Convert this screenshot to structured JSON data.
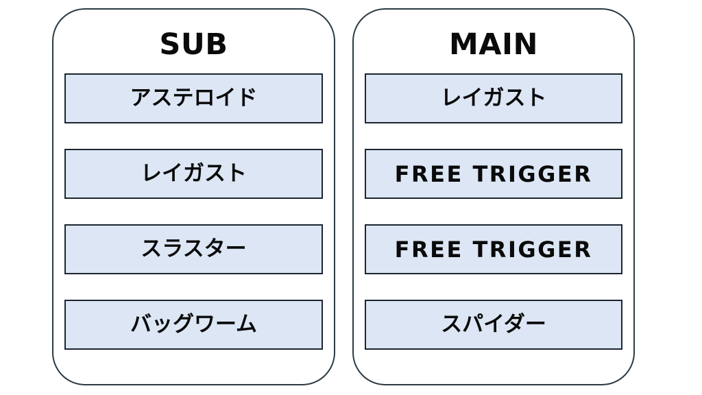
{
  "background_color": "#ffffff",
  "panel": {
    "border_color": "#2b3a42",
    "fill_color": "#ffffff"
  },
  "slot_style": {
    "fill_color": "#dce6f4",
    "border_color": "#1c2430",
    "text_color": "#0a0a0a"
  },
  "columns": [
    {
      "key": "sub",
      "title": "SUB",
      "slots": [
        {
          "label": "アステロイド",
          "script": "japanese"
        },
        {
          "label": "レイガスト",
          "script": "japanese"
        },
        {
          "label": "スラスター",
          "script": "japanese"
        },
        {
          "label": "バッグワーム",
          "script": "japanese"
        }
      ]
    },
    {
      "key": "main",
      "title": "MAIN",
      "slots": [
        {
          "label": "レイガスト",
          "script": "japanese"
        },
        {
          "label": "FREE TRIGGER",
          "script": "latin"
        },
        {
          "label": "FREE TRIGGER",
          "script": "latin"
        },
        {
          "label": "スパイダー",
          "script": "japanese"
        }
      ]
    }
  ]
}
